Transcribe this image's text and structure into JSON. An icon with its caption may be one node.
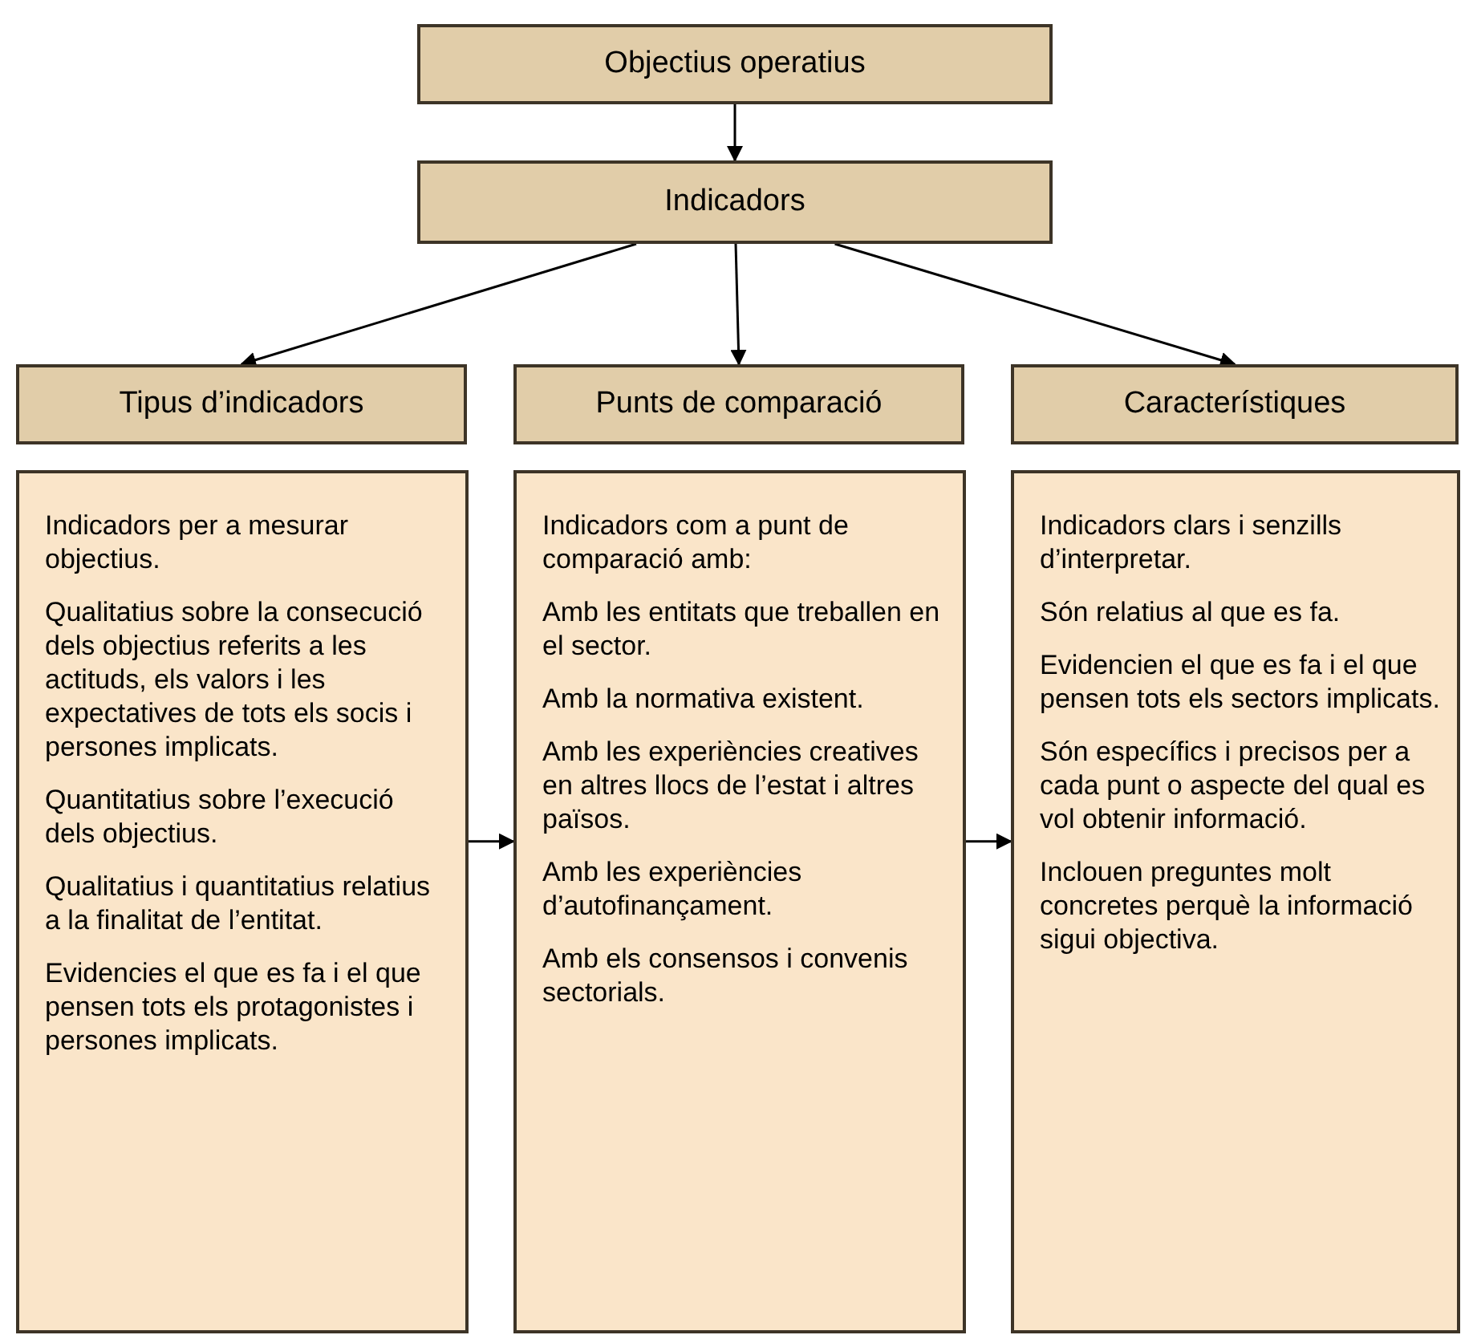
{
  "diagram": {
    "nodes": [
      {
        "text": [
          "Objectius operatius"
        ]
      },
      {
        "text": [
          "Indicadors"
        ]
      },
      {
        "text": [
          "Tipus d’indicadors"
        ]
      },
      {
        "text": [
          "Punts de comparació"
        ]
      },
      {
        "text": [
          "Característiques"
        ]
      },
      {
        "text": [
          "Indicadors per a mesurar objectius.",
          "Qualitatius sobre la consecució dels objectius referits a les actituds, els valors i les expectatives de tots els socis i persones implicats.",
          "Quantitatius sobre l’execució dels objectius.",
          "Qualitatius i quantitatius relatius a la finalitat de l’entitat.",
          "Evidencies el que es fa i el que pensen tots els protagonistes i persones implicats."
        ]
      },
      {
        "text": [
          "Indicadors com a punt de comparació amb:",
          "Amb les entitats que treballen en el sector.",
          "Amb la normativa existent.",
          "Amb les experiències creatives en altres llocs de l’estat i altres països.",
          "Amb les experiències d’autofinançament.",
          "Amb els consensos i convenis sectorials."
        ]
      },
      {
        "text": [
          "Indicadors clars i senzills d’interpretar.",
          "Són relatius al que es fa.",
          "Evidencien el que es fa i el que pensen tots els sectors implicats.",
          "Són específics i precisos per a cada punt o aspecte del qual es vol obtenir informació.",
          "Inclouen preguntes molt concretes perquè la informació sigui objectiva."
        ]
      }
    ],
    "edges": [
      {
        "from": 0,
        "to": 1,
        "arrow": "to"
      },
      {
        "from": 1,
        "to": 2,
        "arrow": "to"
      },
      {
        "from": 1,
        "to": 3,
        "arrow": "to"
      },
      {
        "from": 1,
        "to": 4,
        "arrow": "to"
      },
      {
        "from": 5,
        "to": 6,
        "arrow": "to"
      },
      {
        "from": 6,
        "to": 7,
        "arrow": "to"
      }
    ]
  }
}
